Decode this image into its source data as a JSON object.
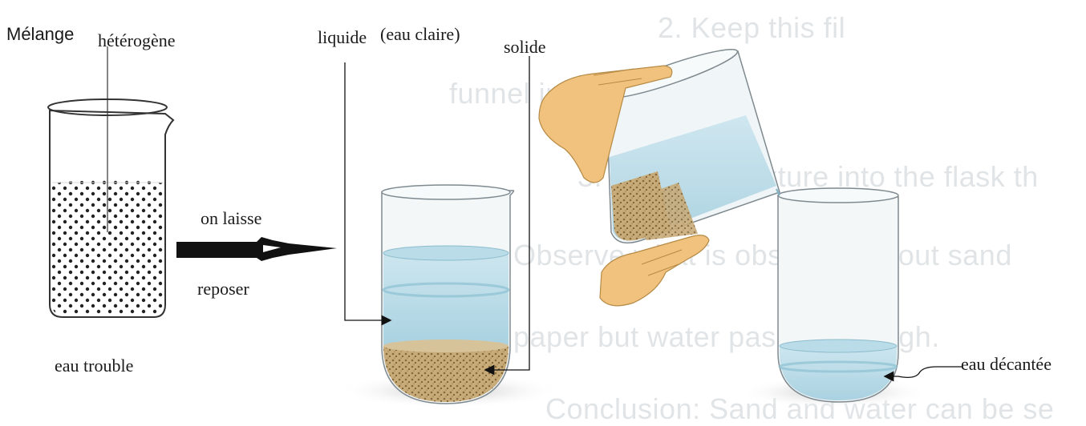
{
  "labels": {
    "melange": "Mélange",
    "heterogene": "hétérogène",
    "eau_trouble": "eau trouble",
    "on_laisse": "on laisse",
    "reposer": "reposer",
    "liquide": "liquide",
    "eau_claire": "(eau claire)",
    "solide": "solide",
    "eau_decantee": "eau décantée"
  },
  "background_text": [
    "2. Keep this fil",
    "funnel into flask.",
    "3. Pour the mixture into the flask th",
    "Observe what is observed about sand",
    "paper but water passes through.",
    "Conclusion: Sand and water can be se"
  ],
  "colors": {
    "water": "#a9d3e2",
    "sediment": "#b59a6a",
    "dots": "#222222",
    "skin": "#f0c27e",
    "glass_outline": "#7f8a90"
  }
}
